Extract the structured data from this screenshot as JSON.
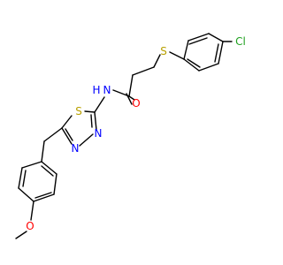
{
  "molecule": {
    "atoms": {
      "cl": {
        "label": "Cl",
        "color": "#1fa01f"
      },
      "s_thioether": {
        "label": "S",
        "color": "#b8a000"
      },
      "o_carbonyl": {
        "label": "O",
        "color": "#ff0000"
      },
      "n_amide": {
        "label": "N",
        "color": "#0000ff"
      },
      "h_amide": {
        "label": "H",
        "color": "#0000ff"
      },
      "s_ring": {
        "label": "S",
        "color": "#b8a000"
      },
      "n_ring_1": {
        "label": "N",
        "color": "#0000ff"
      },
      "n_ring_2": {
        "label": "N",
        "color": "#0000ff"
      },
      "o_methoxy": {
        "label": "O",
        "color": "#ff0000"
      }
    }
  }
}
